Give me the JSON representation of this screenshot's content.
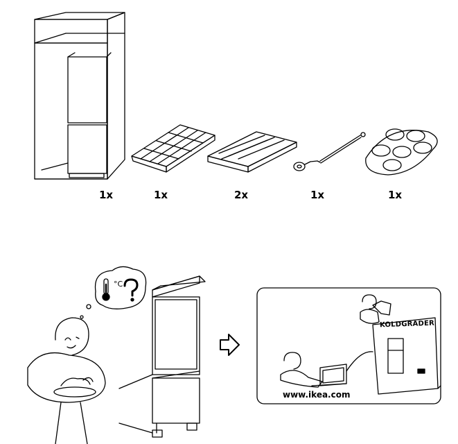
{
  "parts": [
    {
      "name": "fridge",
      "qty": "1x"
    },
    {
      "name": "ice-cube-tray",
      "qty": "1x"
    },
    {
      "name": "egg-tray",
      "qty": "2x"
    },
    {
      "name": "defrost-scraper",
      "qty": "1x"
    },
    {
      "name": "egg-holder",
      "qty": "1x"
    }
  ],
  "thought": {
    "unit": "°C",
    "symbol": "?"
  },
  "info": {
    "website": "www.ikea.com",
    "manual_title": "KOLDGRADER"
  },
  "icons": [
    "thermometer-icon",
    "question-icon",
    "arrow-right-icon",
    "computer-icon",
    "manual-icon"
  ]
}
